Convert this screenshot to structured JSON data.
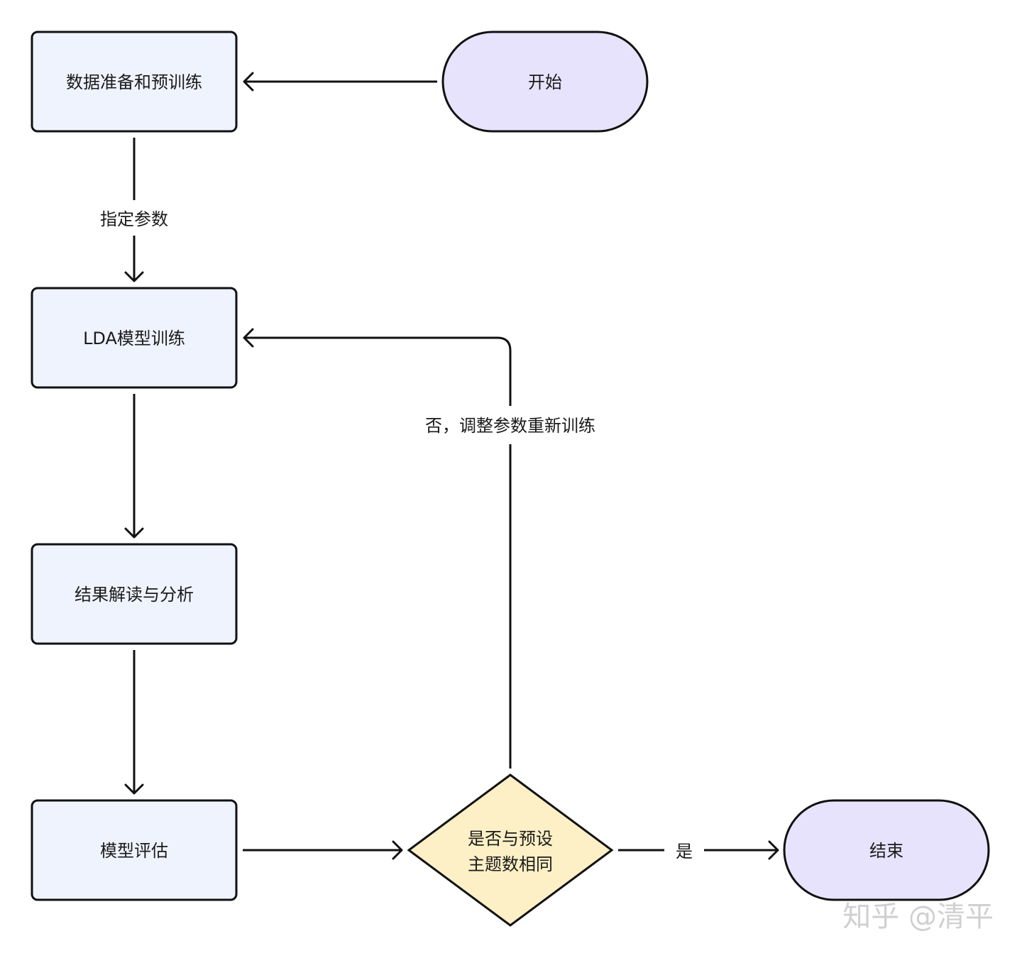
{
  "nodes": {
    "start": "开始",
    "data_prep": "数据准备和预训练",
    "lda_train": "LDA模型训练",
    "interpret": "结果解读与分析",
    "evaluate": "模型评估",
    "decision_line1": "是否与预设",
    "decision_line2": "主题数相同",
    "end": "结束"
  },
  "edges": {
    "specify_params": "指定参数",
    "no_retrain": "否，调整参数重新训练",
    "yes": "是"
  },
  "watermark": "知乎 @清平",
  "colors": {
    "process_fill": "#eff3fd",
    "terminal_fill": "#e8e3fc",
    "decision_fill": "#fdf0c6",
    "stroke": "#111111"
  }
}
